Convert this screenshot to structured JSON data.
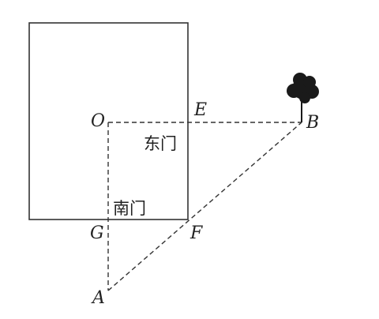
{
  "diagram": {
    "points": {
      "O": "O",
      "E": "E",
      "B": "B",
      "G": "G",
      "F": "F",
      "A": "A"
    },
    "labels": {
      "east_gate": "东门",
      "south_gate": "南门"
    },
    "colors": {
      "stroke": "#333333",
      "tree": "#1a1a1a"
    }
  }
}
